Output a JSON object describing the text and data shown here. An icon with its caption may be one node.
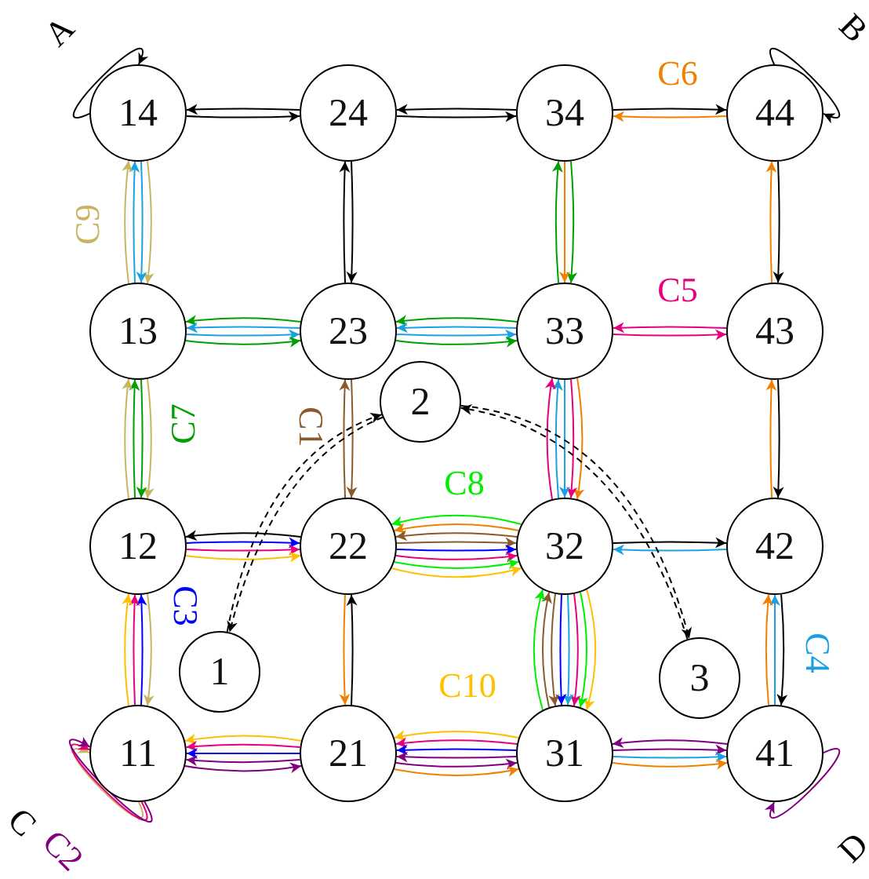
{
  "diagram": {
    "nodes": [
      {
        "text": [
          "14"
        ]
      },
      {
        "text": [
          "24"
        ]
      },
      {
        "text": [
          "34"
        ]
      },
      {
        "text": [
          "44"
        ]
      },
      {
        "text": [
          "13"
        ]
      },
      {
        "text": [
          "23"
        ]
      },
      {
        "text": [
          "33"
        ]
      },
      {
        "text": [
          "43"
        ]
      },
      {
        "text": [
          "2"
        ]
      },
      {
        "text": [
          "12"
        ]
      },
      {
        "text": [
          "22"
        ]
      },
      {
        "text": [
          "32"
        ]
      },
      {
        "text": [
          "42"
        ]
      },
      {
        "text": [
          "1"
        ]
      },
      {
        "text": [
          "3"
        ]
      },
      {
        "text": [
          "11"
        ]
      },
      {
        "text": [
          "21"
        ]
      },
      {
        "text": [
          "31"
        ]
      },
      {
        "text": [
          "41"
        ]
      }
    ],
    "edges": [
      {
        "from": 1,
        "to": 0,
        "arrow": "to"
      },
      {
        "from": 0,
        "to": 1,
        "arrow": "to"
      },
      {
        "from": 2,
        "to": 1,
        "arrow": "to"
      },
      {
        "from": 1,
        "to": 2,
        "arrow": "to"
      },
      {
        "from": 2,
        "to": 3,
        "arrow": "to"
      },
      {
        "from": 3,
        "to": 2,
        "arrow": "to",
        "color": "#f08000"
      },
      {
        "from": 1,
        "to": 5,
        "arrow": "to"
      },
      {
        "from": 5,
        "to": 1,
        "arrow": "to"
      },
      {
        "from": 3,
        "to": 7,
        "arrow": "to"
      },
      {
        "from": 7,
        "to": 3,
        "arrow": "to",
        "color": "#f08000"
      },
      {
        "from": 7,
        "to": 12,
        "arrow": "to"
      },
      {
        "from": 12,
        "to": 7,
        "arrow": "to",
        "color": "#f08000"
      },
      {
        "from": 10,
        "to": 9,
        "arrow": "to"
      },
      {
        "from": 16,
        "to": 10,
        "arrow": "to"
      },
      {
        "from": 10,
        "to": 16,
        "arrow": "to",
        "color": "#f08000"
      },
      {
        "from": 11,
        "to": 12,
        "arrow": "to"
      },
      {
        "from": 12,
        "to": 11,
        "arrow": "to",
        "color": "#1ba1e2"
      },
      {
        "from": 12,
        "to": 18,
        "arrow": "to"
      },
      {
        "from": 18,
        "to": 12,
        "arrow": "to",
        "color": "#1ba1e2"
      },
      {
        "from": 18,
        "to": 12,
        "arrow": "to",
        "color": "#f08000"
      },
      {
        "from": 0,
        "to": 4,
        "arrow": "to",
        "color": "#c8b560"
      },
      {
        "from": 0,
        "to": 4,
        "arrow": "to",
        "color": "#1ba1e2"
      },
      {
        "from": 4,
        "to": 0,
        "arrow": "to",
        "color": "#1ba1e2"
      },
      {
        "from": 4,
        "to": 0,
        "arrow": "to",
        "color": "#c8b560"
      },
      {
        "from": 4,
        "to": 9,
        "arrow": "to",
        "color": "#c8b560"
      },
      {
        "from": 4,
        "to": 9,
        "arrow": "to",
        "color": "#00a000"
      },
      {
        "from": 9,
        "to": 4,
        "arrow": "to",
        "color": "#00a000"
      },
      {
        "from": 9,
        "to": 4,
        "arrow": "to",
        "color": "#c8b560"
      },
      {
        "from": 9,
        "to": 15,
        "arrow": "to",
        "color": "#c8b560"
      },
      {
        "from": 15,
        "to": 9,
        "arrow": "to",
        "color": "#0000ff"
      },
      {
        "from": 15,
        "to": 9,
        "arrow": "to",
        "color": "#e6007e"
      },
      {
        "from": 15,
        "to": 9,
        "arrow": "to",
        "color": "#ffc000"
      },
      {
        "from": 5,
        "to": 4,
        "arrow": "to",
        "color": "#00a000"
      },
      {
        "from": 5,
        "to": 4,
        "arrow": "to",
        "color": "#1ba1e2"
      },
      {
        "from": 4,
        "to": 5,
        "arrow": "to",
        "color": "#1ba1e2"
      },
      {
        "from": 4,
        "to": 5,
        "arrow": "to",
        "color": "#00a000"
      },
      {
        "from": 6,
        "to": 5,
        "arrow": "to",
        "color": "#00a000"
      },
      {
        "from": 6,
        "to": 5,
        "arrow": "to",
        "color": "#1ba1e2"
      },
      {
        "from": 5,
        "to": 6,
        "arrow": "to",
        "color": "#1ba1e2"
      },
      {
        "from": 5,
        "to": 6,
        "arrow": "to",
        "color": "#00a000"
      },
      {
        "from": 2,
        "to": 6,
        "arrow": "to",
        "color": "#00a000"
      },
      {
        "from": 2,
        "to": 6,
        "arrow": "to",
        "color": "#f08000"
      },
      {
        "from": 6,
        "to": 2,
        "arrow": "to",
        "color": "#00a000"
      },
      {
        "from": 7,
        "to": 6,
        "arrow": "to",
        "color": "#e6007e"
      },
      {
        "from": 6,
        "to": 7,
        "arrow": "to",
        "color": "#e6007e"
      },
      {
        "from": 6,
        "to": 11,
        "arrow": "to",
        "color": "#f08000"
      },
      {
        "from": 6,
        "to": 11,
        "arrow": "to",
        "color": "#e6007e"
      },
      {
        "from": 6,
        "to": 11,
        "arrow": "to",
        "color": "#1ba1e2"
      },
      {
        "from": 11,
        "to": 6,
        "arrow": "to",
        "color": "#1ba1e2"
      },
      {
        "from": 11,
        "to": 6,
        "arrow": "to",
        "color": "#e6007e"
      },
      {
        "from": 5,
        "to": 10,
        "arrow": "to",
        "color": "#8b5a2b"
      },
      {
        "from": 10,
        "to": 5,
        "arrow": "to",
        "color": "#8b5a2b"
      },
      {
        "from": 9,
        "to": 10,
        "arrow": "to",
        "color": "#0000ff"
      },
      {
        "from": 9,
        "to": 10,
        "arrow": "to",
        "color": "#e6007e"
      },
      {
        "from": 9,
        "to": 10,
        "arrow": "to",
        "color": "#ffc000"
      },
      {
        "from": 11,
        "to": 10,
        "arrow": "to",
        "color": "#00ee00"
      },
      {
        "from": 11,
        "to": 10,
        "arrow": "to",
        "color": "#f08000"
      },
      {
        "from": 11,
        "to": 10,
        "arrow": "to",
        "color": "#8b5a2b"
      },
      {
        "from": 10,
        "to": 11,
        "arrow": "to",
        "color": "#8b5a2b"
      },
      {
        "from": 10,
        "to": 11,
        "arrow": "to",
        "color": "#0000ff"
      },
      {
        "from": 10,
        "to": 11,
        "arrow": "to",
        "color": "#e6007e"
      },
      {
        "from": 10,
        "to": 11,
        "arrow": "to",
        "color": "#00ee00"
      },
      {
        "from": 10,
        "to": 11,
        "arrow": "to",
        "color": "#ffc000"
      },
      {
        "from": 11,
        "to": 17,
        "arrow": "to",
        "color": "#ffc000"
      },
      {
        "from": 11,
        "to": 17,
        "arrow": "to",
        "color": "#00ee00"
      },
      {
        "from": 11,
        "to": 17,
        "arrow": "to",
        "color": "#e6007e"
      },
      {
        "from": 11,
        "to": 17,
        "arrow": "to",
        "color": "#1ba1e2"
      },
      {
        "from": 11,
        "to": 17,
        "arrow": "to",
        "color": "#0000ff"
      },
      {
        "from": 11,
        "to": 17,
        "arrow": "to",
        "color": "#8b5a2b"
      },
      {
        "from": 17,
        "to": 11,
        "arrow": "to",
        "color": "#8b5a2b"
      },
      {
        "from": 17,
        "to": 11,
        "arrow": "to",
        "color": "#00ee00"
      },
      {
        "from": 16,
        "to": 15,
        "arrow": "to",
        "color": "#ffc000"
      },
      {
        "from": 16,
        "to": 15,
        "arrow": "to",
        "color": "#e6007e"
      },
      {
        "from": 16,
        "to": 15,
        "arrow": "to",
        "color": "#0000ff"
      },
      {
        "from": 16,
        "to": 15,
        "arrow": "to",
        "color": "#800080"
      },
      {
        "from": 15,
        "to": 16,
        "arrow": "to",
        "color": "#800080"
      },
      {
        "from": 17,
        "to": 16,
        "arrow": "to",
        "color": "#ffc000"
      },
      {
        "from": 17,
        "to": 16,
        "arrow": "to",
        "color": "#e6007e"
      },
      {
        "from": 17,
        "to": 16,
        "arrow": "to",
        "color": "#0000ff"
      },
      {
        "from": 17,
        "to": 16,
        "arrow": "to",
        "color": "#800080"
      },
      {
        "from": 16,
        "to": 17,
        "arrow": "to",
        "color": "#800080"
      },
      {
        "from": 16,
        "to": 17,
        "arrow": "to",
        "color": "#f08000"
      },
      {
        "from": 18,
        "to": 17,
        "arrow": "to",
        "color": "#800080"
      },
      {
        "from": 17,
        "to": 18,
        "arrow": "to",
        "color": "#800080"
      },
      {
        "from": 17,
        "to": 18,
        "arrow": "to",
        "color": "#1ba1e2"
      },
      {
        "from": 17,
        "to": 18,
        "arrow": "to",
        "color": "#f08000"
      },
      {
        "from": 0,
        "to": 0,
        "arrow": "to"
      },
      {
        "from": 3,
        "to": 3,
        "arrow": "to"
      },
      {
        "from": 15,
        "to": 15,
        "arrow": "to",
        "color": "#c8b560"
      },
      {
        "from": 15,
        "to": 15,
        "arrow": "to",
        "color": "#e6007e"
      },
      {
        "from": 15,
        "to": 15,
        "arrow": "to",
        "color": "#800080"
      },
      {
        "from": 18,
        "to": 18,
        "arrow": "to",
        "color": "#800080"
      },
      {
        "from": 8,
        "to": 13,
        "arrow": "to",
        "style": "dashed"
      },
      {
        "from": 13,
        "to": 8,
        "arrow": "to",
        "style": "dashed"
      },
      {
        "from": 8,
        "to": 14,
        "arrow": "to",
        "style": "dashed"
      },
      {
        "from": 14,
        "to": 8,
        "arrow": "to",
        "style": "dashed"
      }
    ],
    "labels": [
      "A",
      "B",
      "C6",
      "C9",
      "C5",
      "C1",
      "C7",
      "C8",
      "C3",
      "C10",
      "C4",
      "C",
      "C2",
      "D"
    ]
  }
}
